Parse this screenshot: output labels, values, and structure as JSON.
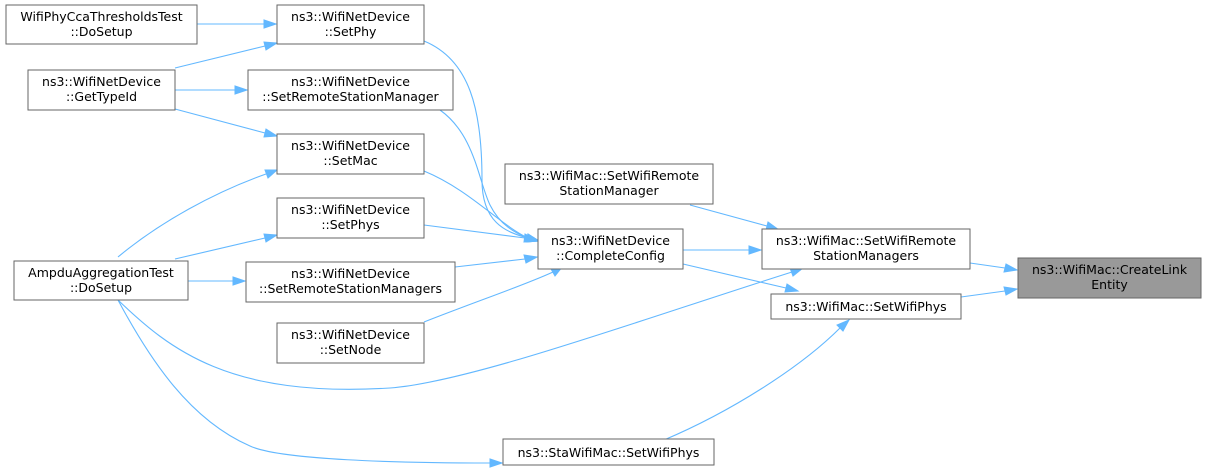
{
  "graph": {
    "nodes": {
      "create_link_entity": {
        "line1": "ns3::WifiMac::CreateLink",
        "line2": "Entity"
      },
      "set_wifi_remote_station_managers": {
        "line1": "ns3::WifiMac::SetWifiRemote",
        "line2": "StationManagers"
      },
      "set_wifi_phys": {
        "line1": "ns3::WifiMac::SetWifiPhys"
      },
      "set_wifi_remote_station_manager": {
        "line1": "ns3::WifiMac::SetWifiRemote",
        "line2": "StationManager"
      },
      "complete_config": {
        "line1": "ns3::WifiNetDevice",
        "line2": "::CompleteConfig"
      },
      "sta_set_wifi_phys": {
        "line1": "ns3::StaWifiMac::SetWifiPhys"
      },
      "set_phy": {
        "line1": "ns3::WifiNetDevice",
        "line2": "::SetPhy"
      },
      "set_remote_station_manager": {
        "line1": "ns3::WifiNetDevice",
        "line2": "::SetRemoteStationManager"
      },
      "set_mac": {
        "line1": "ns3::WifiNetDevice",
        "line2": "::SetMac"
      },
      "set_phys": {
        "line1": "ns3::WifiNetDevice",
        "line2": "::SetPhys"
      },
      "set_remote_station_managers": {
        "line1": "ns3::WifiNetDevice",
        "line2": "::SetRemoteStationManagers"
      },
      "set_node": {
        "line1": "ns3::WifiNetDevice",
        "line2": "::SetNode"
      },
      "cca_do_setup": {
        "line1": "WifiPhyCcaThresholdsTest",
        "line2": "::DoSetup"
      },
      "get_type_id": {
        "line1": "ns3::WifiNetDevice",
        "line2": "::GetTypeId"
      },
      "ampdu_do_setup": {
        "line1": "AmpduAggregationTest",
        "line2": "::DoSetup"
      }
    },
    "edges": [
      {
        "from": "set_wifi_remote_station_managers",
        "to": "create_link_entity"
      },
      {
        "from": "set_wifi_phys",
        "to": "create_link_entity"
      },
      {
        "from": "set_wifi_remote_station_manager",
        "to": "set_wifi_remote_station_managers"
      },
      {
        "from": "complete_config",
        "to": "set_wifi_remote_station_managers"
      },
      {
        "from": "ampdu_do_setup",
        "to": "set_wifi_remote_station_managers"
      },
      {
        "from": "complete_config",
        "to": "set_wifi_phys"
      },
      {
        "from": "sta_set_wifi_phys",
        "to": "set_wifi_phys"
      },
      {
        "from": "set_phy",
        "to": "complete_config"
      },
      {
        "from": "set_remote_station_manager",
        "to": "complete_config"
      },
      {
        "from": "set_mac",
        "to": "complete_config"
      },
      {
        "from": "set_phys",
        "to": "complete_config"
      },
      {
        "from": "set_remote_station_managers",
        "to": "complete_config"
      },
      {
        "from": "set_node",
        "to": "complete_config"
      },
      {
        "from": "ampdu_do_setup",
        "to": "sta_set_wifi_phys"
      },
      {
        "from": "cca_do_setup",
        "to": "set_phy"
      },
      {
        "from": "get_type_id",
        "to": "set_phy"
      },
      {
        "from": "get_type_id",
        "to": "set_remote_station_manager"
      },
      {
        "from": "get_type_id",
        "to": "set_mac"
      },
      {
        "from": "ampdu_do_setup",
        "to": "set_mac"
      },
      {
        "from": "ampdu_do_setup",
        "to": "set_phys"
      },
      {
        "from": "ampdu_do_setup",
        "to": "set_remote_station_managers"
      }
    ]
  },
  "colors": {
    "edge": "#63b8ff",
    "node_border": "#666666",
    "node_fill": "#ffffff",
    "target_fill": "#999999"
  }
}
